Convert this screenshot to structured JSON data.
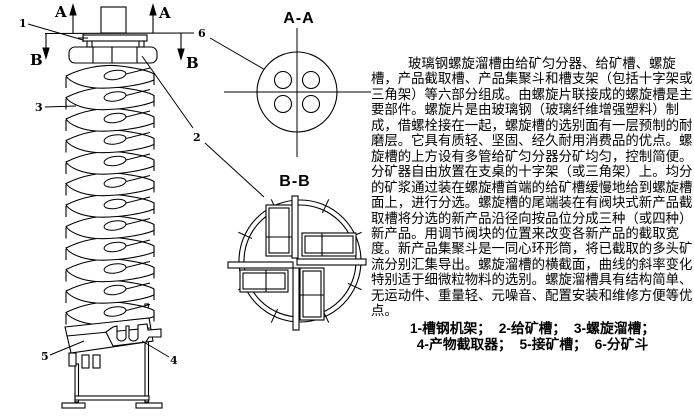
{
  "colors": {
    "ink": "#000000",
    "background": "#ffffff"
  },
  "diagram": {
    "section_marks": {
      "a": "A",
      "b": "B"
    },
    "section_titles": {
      "aa": "A-A",
      "bb": "B-B"
    },
    "part_numbers": {
      "p1": "1",
      "p2": "2",
      "p3": "3",
      "p4": "4",
      "p5": "5",
      "p6": "6"
    }
  },
  "article": {
    "lines": [
      "玻璃钢螺旋溜槽由给矿匀分器、给矿槽、螺旋",
      "槽，产品截取槽、产品集聚斗和槽支架（包括十字架或",
      "三角架）等六部分组成。由螺旋片联接成的螺旋槽是主",
      "要部件。螺旋片是由玻璃钢（玻璃纤维增强塑料）制",
      "成，借螺栓接在一起，螺旋槽的选别面有一层预制的耐",
      "磨层。它具有质轻、坚固、经久耐用消费品的优点。螺",
      "旋槽的上方设有多管给矿匀分器分矿均匀，控制简便。",
      "分矿器自由放置在支桌的十字架（或三角架）上。均分",
      "的矿浆通过装在螺旋槽首端的给矿槽缓慢地给到螺旋槽",
      "面上，进行分选。螺旋槽的尾端装在有阀块式新产品截",
      "取槽将分选的新产品沿径向按品位分成三种（或四种）",
      "新产品。用调节阀块的位置来改变各新产品的截取宽",
      "度。新产品集聚斗是一同心环形筒，将已截取的多头矿",
      "流分别汇集导出。螺旋溜槽的横截面，曲线的斜率变化",
      "特别适于细微粒物料的选别。螺旋溜槽具有结构简单、",
      "无运动件、重量轻、元噪音、配置安装和维修方便等优",
      "点。"
    ]
  },
  "legend": {
    "line1": "1-槽钢机架；  2-给矿槽；  3-螺旋溜槽；",
    "line2": "4-产物截取器；  5-接矿槽；  6-分矿斗"
  }
}
